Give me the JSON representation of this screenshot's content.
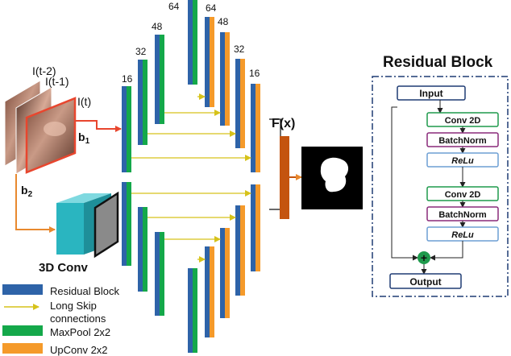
{
  "frames": {
    "t2": "I(t-2)",
    "t1": "I(t-1)",
    "t0": "I(t)"
  },
  "branches": {
    "b1": "b",
    "b1_sub": "1",
    "b2": "b",
    "b2_sub": "2"
  },
  "conv3d_label": "3D Conv",
  "fx_label": "F(x)",
  "channels": {
    "c16a": "16",
    "c32a": "32",
    "c48a": "48",
    "c64a": "64",
    "c64b": "64",
    "c48b": "48",
    "c32b": "32",
    "c16b": "16"
  },
  "legend": {
    "residual": "Residual Block",
    "skip_line1": "Long Skip",
    "skip_line2": "connections",
    "maxpool": "MaxPool 2x2",
    "upconv": "UpConv 2x2"
  },
  "residual_block": {
    "title": "Residual Block",
    "input": "Input",
    "conv1": "Conv 2D",
    "bn1": "BatchNorm",
    "relu1": "ReLu",
    "conv2": "Conv 2D",
    "bn2": "BatchNorm",
    "relu2": "ReLu",
    "plus": "+",
    "output": "Output"
  },
  "colors": {
    "residual": "#2e63a8",
    "maxpool": "#14a84a",
    "upconv": "#f59a2a",
    "skip": "#d6c21a",
    "fx": "#c4540f",
    "conv3d": "#2ab5c0",
    "b1_arrow": "#e8462e",
    "b2_arrow": "#e8892e",
    "rb_border": "#1f3b73",
    "rb_conv": "#1e9a4c",
    "rb_bn": "#8a2a7a",
    "rb_relu": "#6d9fd4"
  }
}
